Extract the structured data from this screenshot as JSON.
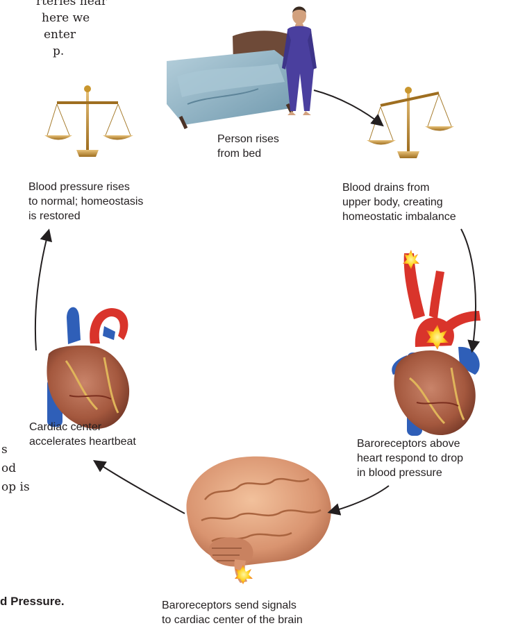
{
  "body_text_fragments": {
    "top": [
      "rteries near",
      "here we",
      "enter",
      "p."
    ],
    "bottom": [
      "s",
      "od",
      "op  is"
    ]
  },
  "figure_caption_fragment": "d Pressure.",
  "steps": {
    "person_rises": [
      "Person rises",
      "from bed"
    ],
    "blood_drains": [
      "Blood drains from",
      "upper body, creating",
      "homeostatic imbalance"
    ],
    "baroreceptors_respond": [
      "Baroreceptors above",
      "heart respond to drop",
      "in blood pressure"
    ],
    "baroreceptors_signal": [
      "Baroreceptors send signals",
      "to cardiac center of the brain"
    ],
    "cardiac_center": [
      "Cardiac center",
      "accelerates heartbeat"
    ],
    "pressure_restored": [
      "Blood pressure rises",
      "to normal; homeostasis",
      "is restored"
    ]
  },
  "colors": {
    "arrow": "#231f20",
    "scale_gold": "#b8862b",
    "pajamas": "#4a3f9e",
    "sheet": "#8fb3c4",
    "artery": "#d9342b",
    "vein": "#2f5fb8",
    "heart_muscle": "#c77a5a",
    "brain": "#e0a07a"
  }
}
